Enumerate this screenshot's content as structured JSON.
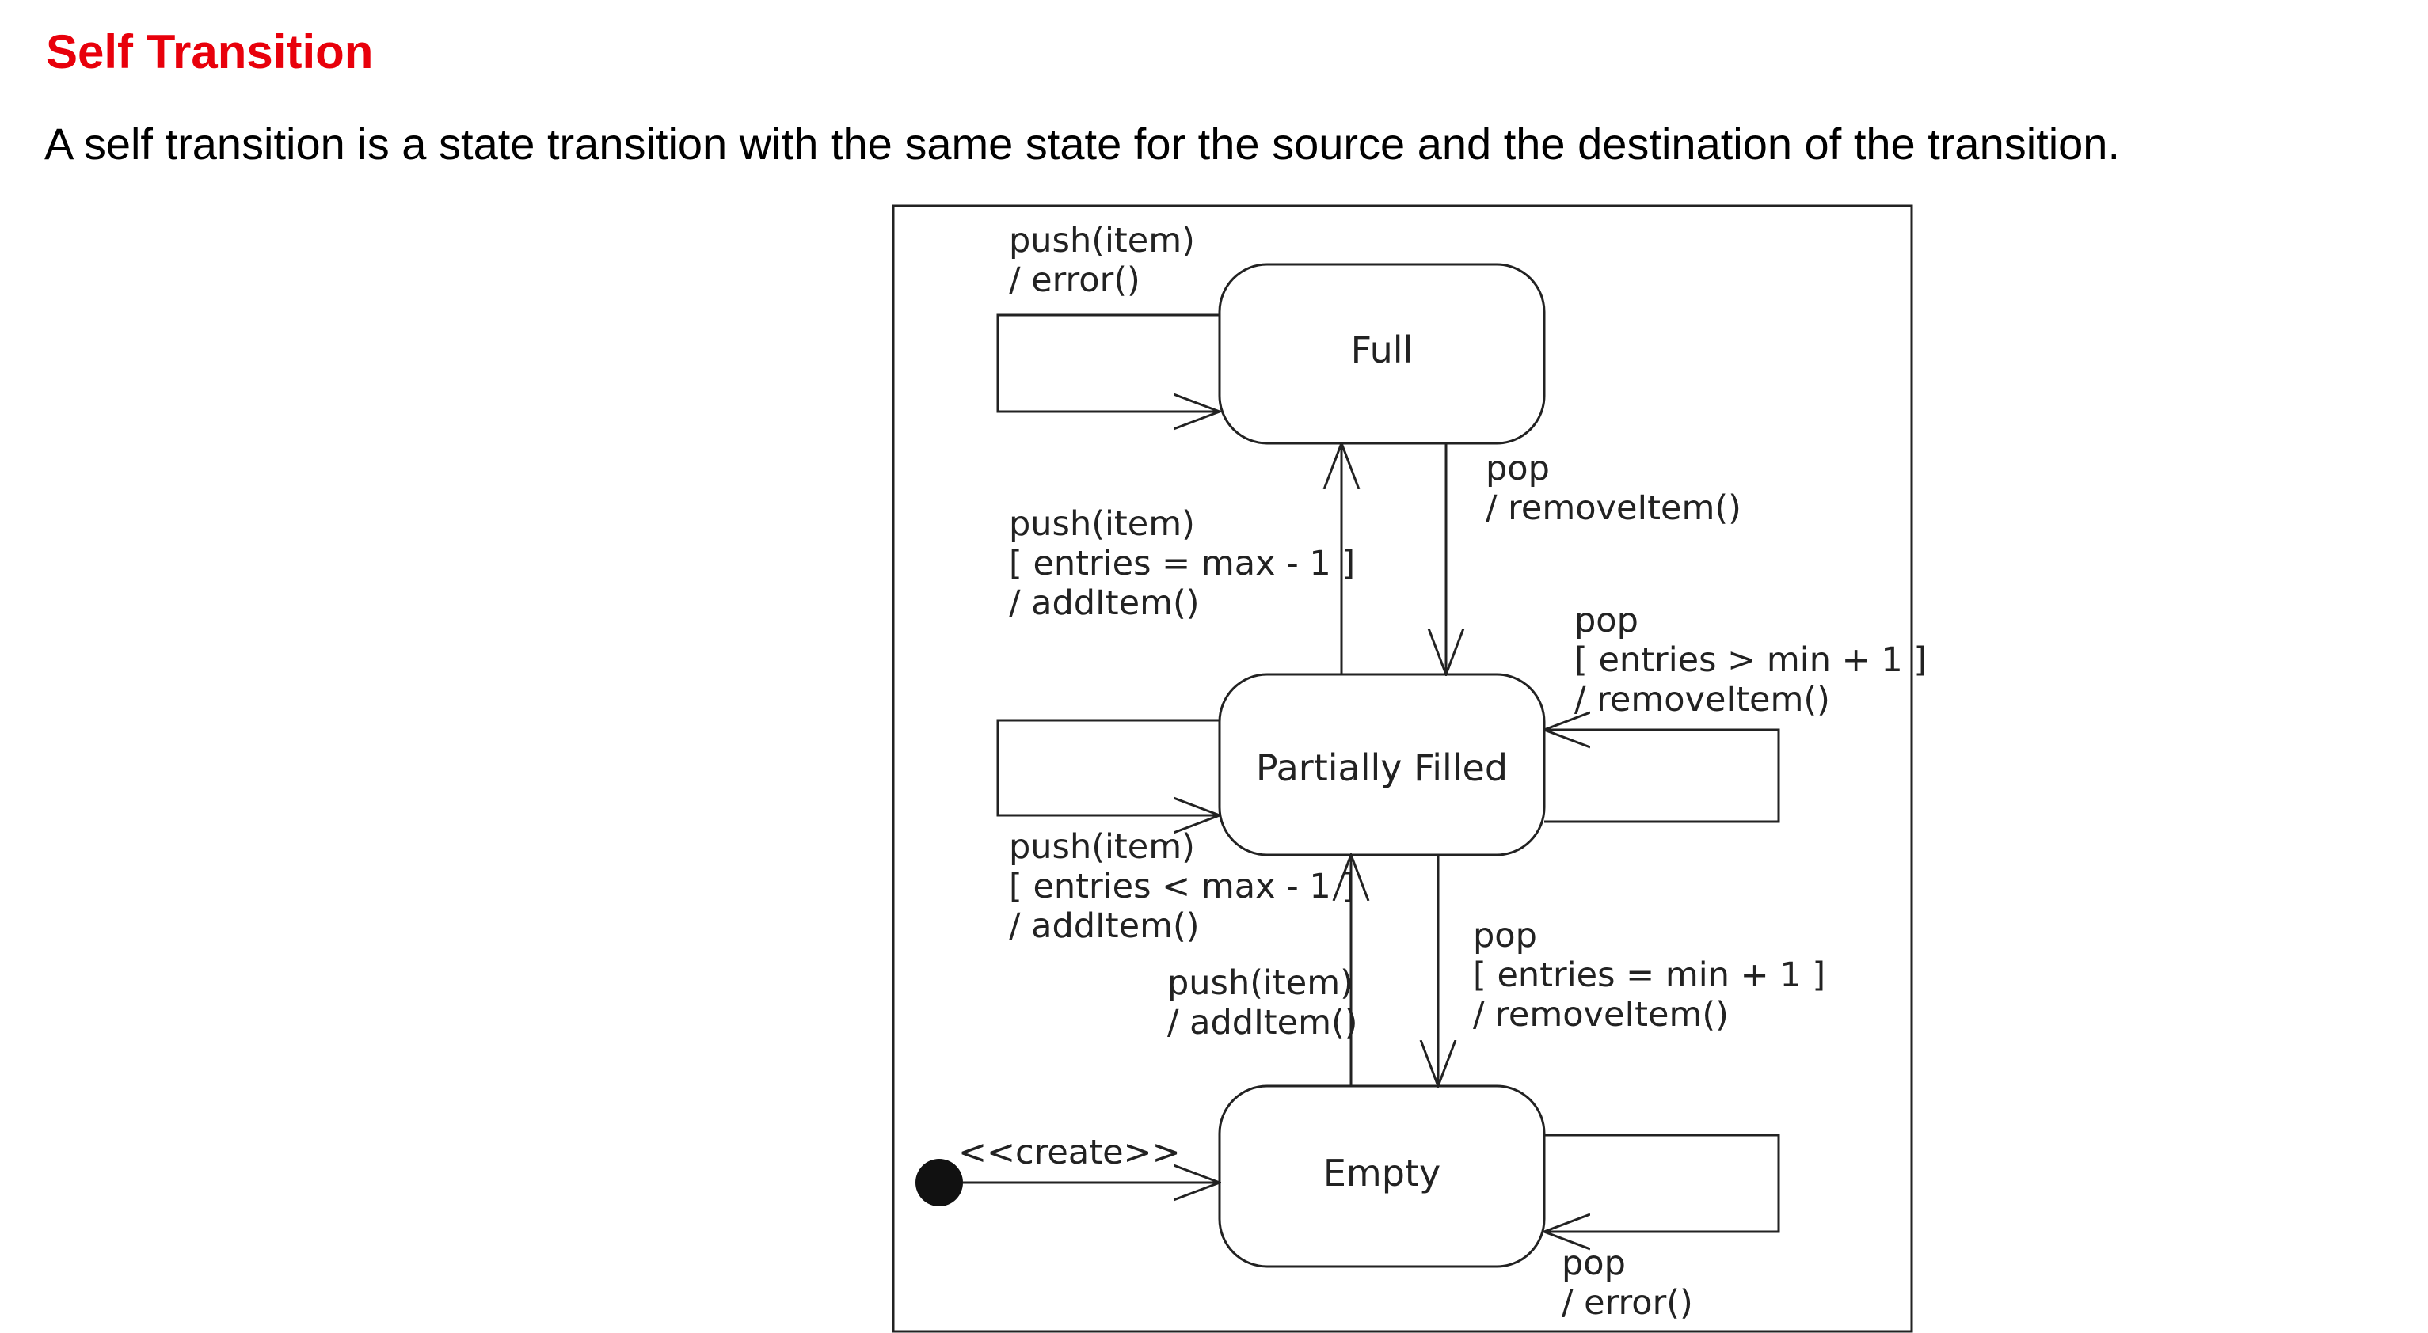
{
  "header": {
    "title": "Self Transition",
    "intro": "A self transition is a state transition with the same state for the source and the destination of the transition.",
    "title_color": "#e8000b"
  },
  "diagram": {
    "states": {
      "full": "Full",
      "partially_filled": "Partially Filled",
      "empty": "Empty"
    },
    "transitions": {
      "full_self": [
        "push(item)",
        "/ error()"
      ],
      "full_to_partial": [
        "pop",
        "/ removeItem()"
      ],
      "partial_to_full": [
        "push(item)",
        "[ entries = max - 1 ]",
        "/ addItem()"
      ],
      "partial_self_pop": [
        "pop",
        "[ entries > min + 1 ]",
        "/ removeItem()"
      ],
      "partial_self_push": [
        "push(item)",
        "[ entries < max - 1 ]",
        "/ addItem()"
      ],
      "empty_to_partial": [
        "push(item)",
        "/ addItem()"
      ],
      "partial_to_empty": [
        "pop",
        "[ entries = min + 1 ]",
        "/ removeItem()"
      ],
      "empty_self": [
        "pop",
        "/ error()"
      ],
      "create": "<<create>>"
    }
  }
}
